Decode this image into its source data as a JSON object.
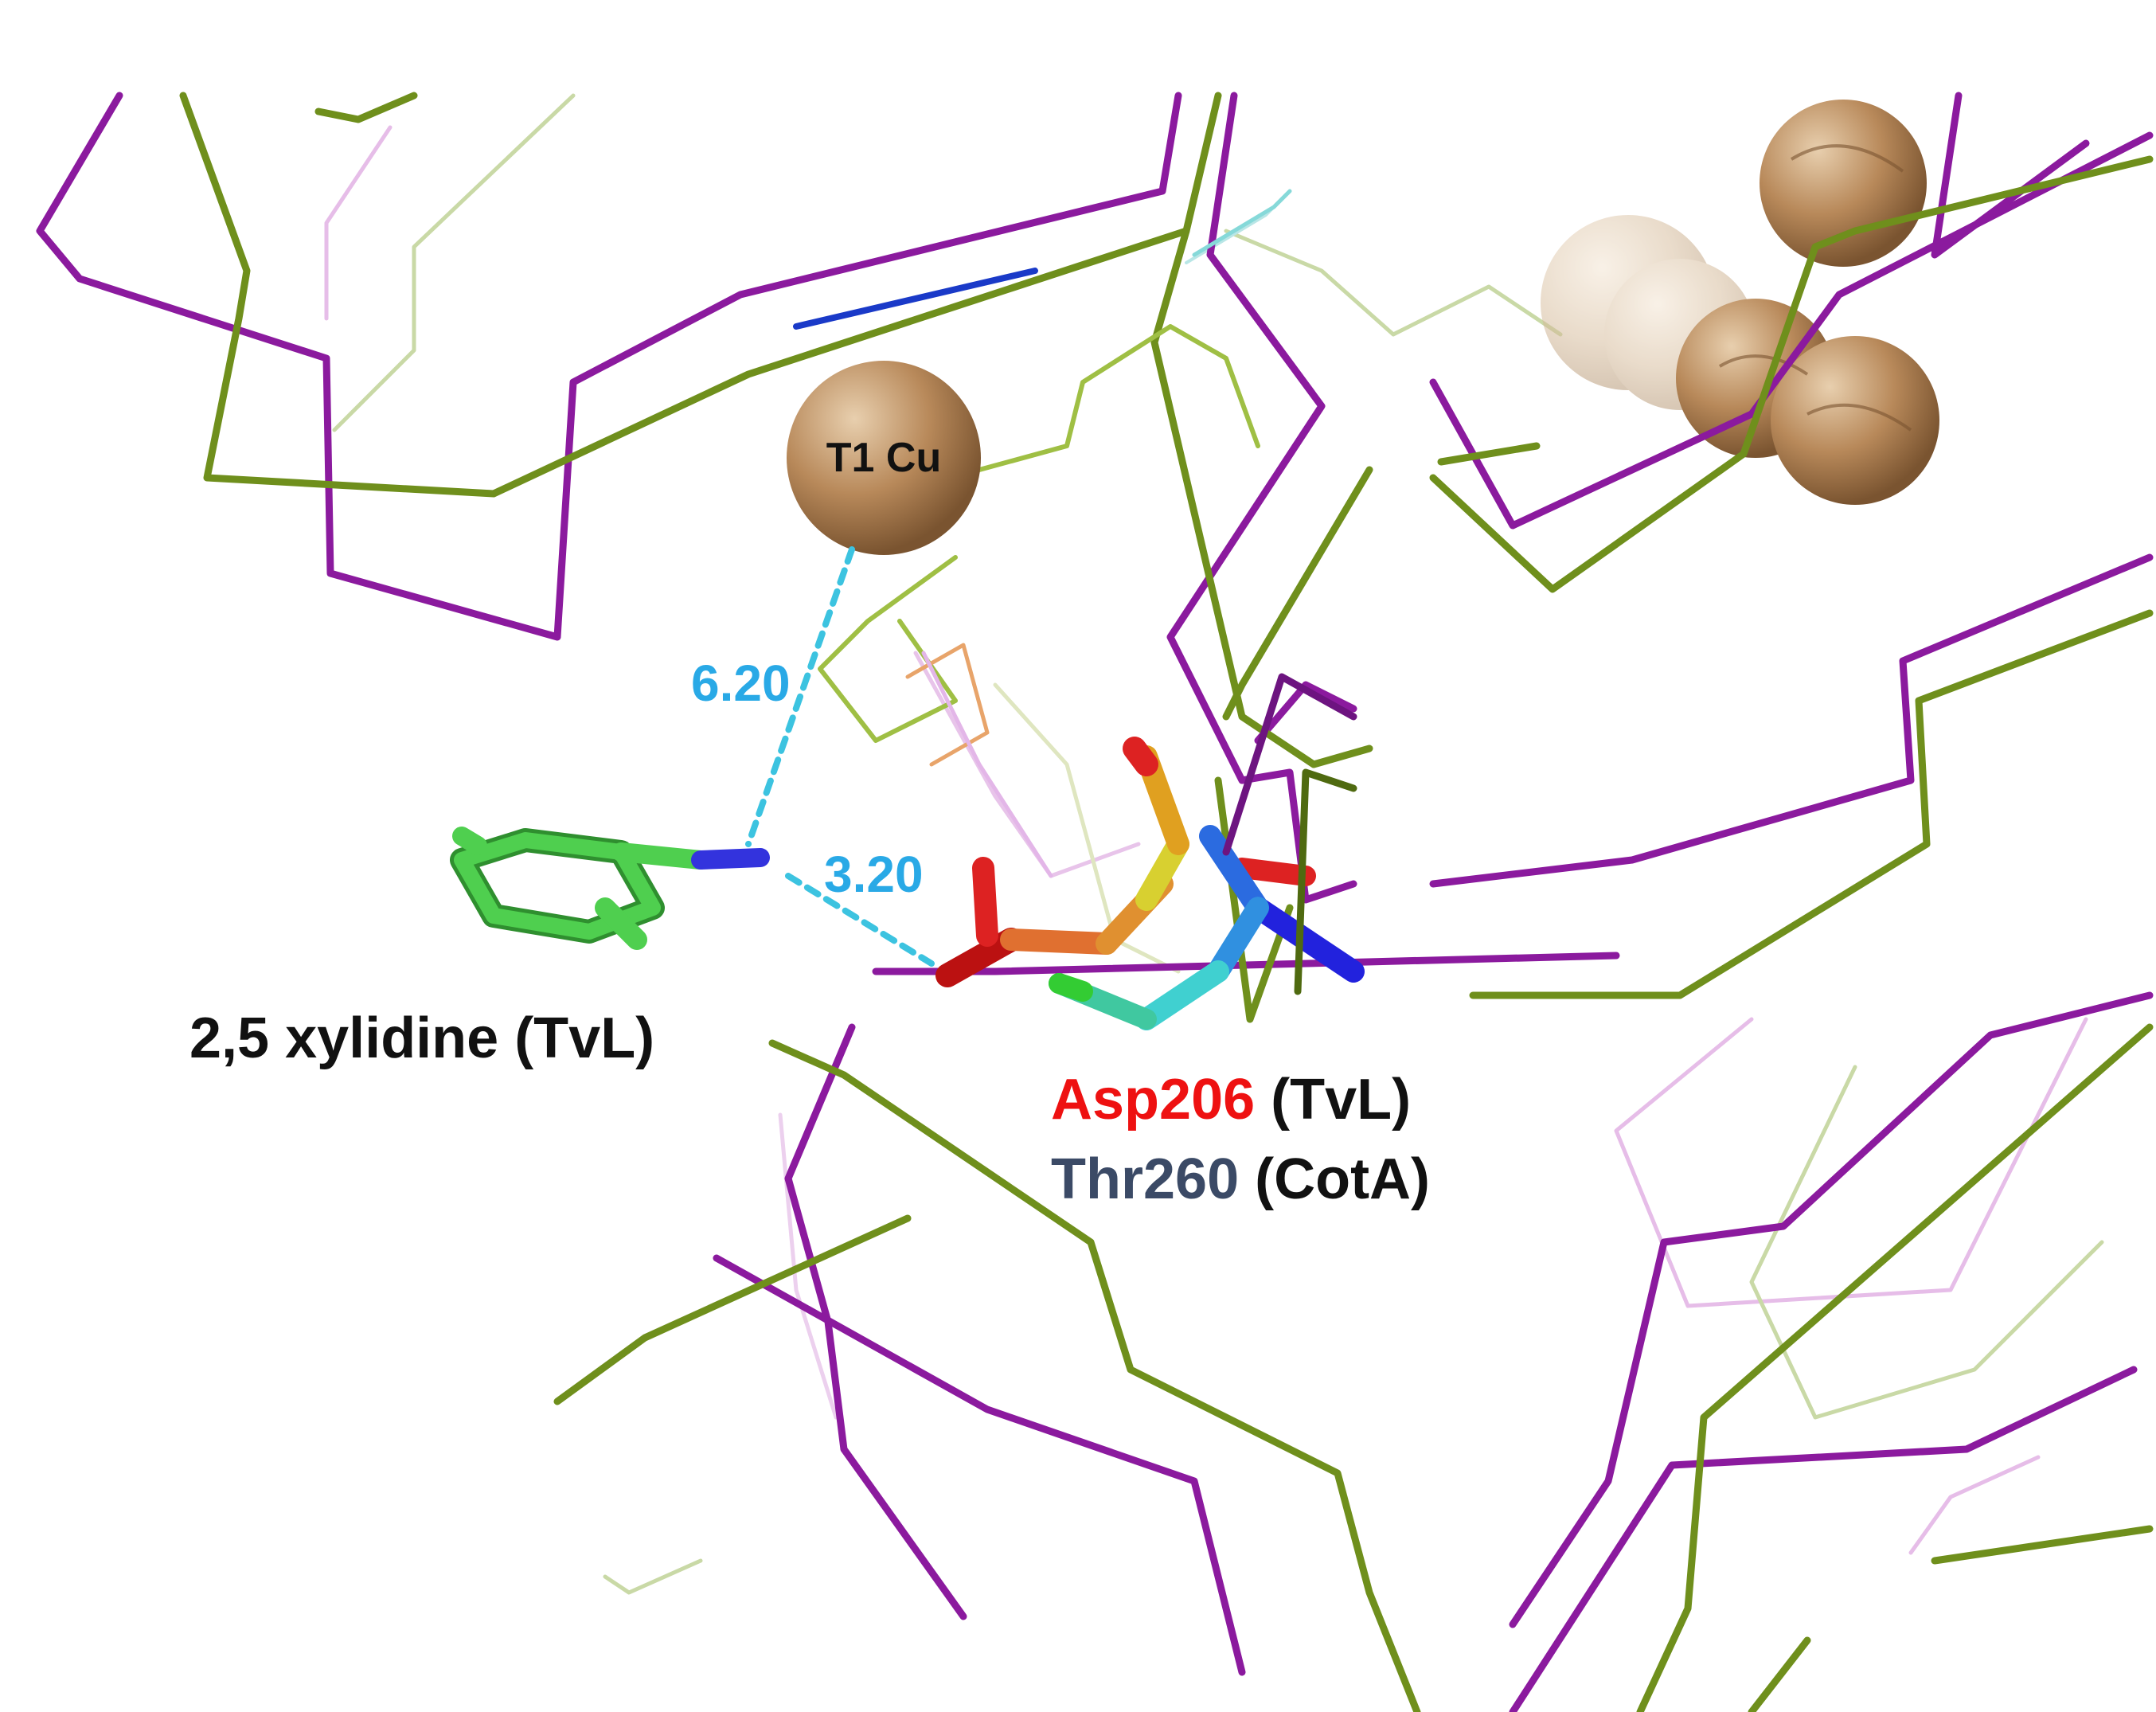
{
  "labels": {
    "t1_cu": "T1 Cu",
    "dist_cu": "6.20",
    "dist_asp": "3.20",
    "ligand": "2,5 xylidine (TvL)",
    "asp_residue": "Asp206",
    "asp_source": " (TvL)",
    "thr_residue": "Thr260",
    "thr_source": " (CotA)"
  },
  "colors": {
    "tvl_backbone": "#8b1a9e",
    "cota_backbone": "#6f8f1c",
    "copper": "#b8895a",
    "distance": "#3cc3e0",
    "distance_text": "#29a9e6",
    "ligand_carbon": "#3fbf3f",
    "nitrogen": "#3333dd",
    "oxygen": "#dd2222",
    "asp_label": "#ee1111",
    "thr_label": "#3b4a66",
    "text": "#111111"
  }
}
